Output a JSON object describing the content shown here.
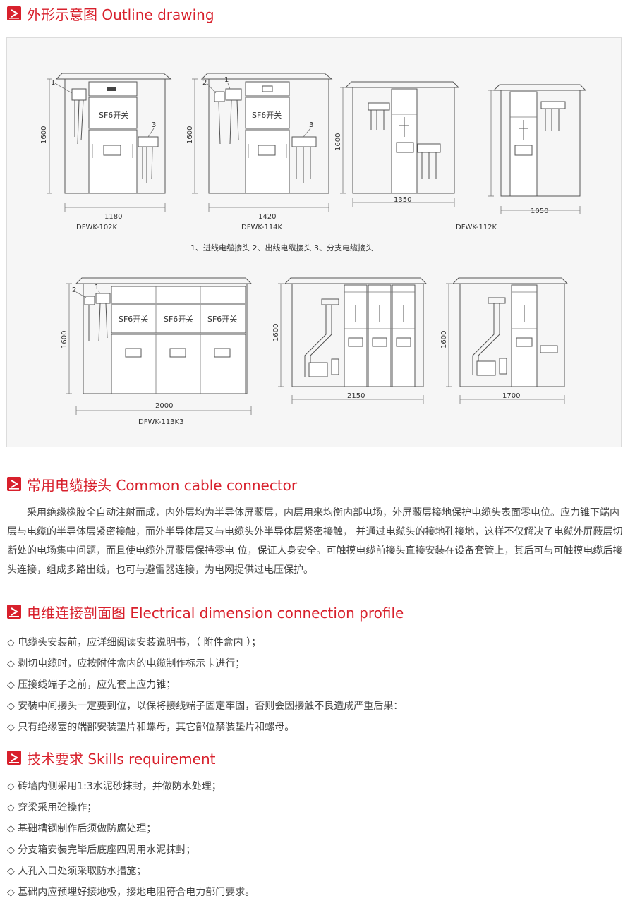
{
  "sections": {
    "outline": {
      "title": "外形示意图 Outline drawing"
    },
    "connector": {
      "title": "常用电缆接头 Common cable connector",
      "paragraph": "采用绝缘橡胶全自动注射而成，内外层均为半导体屏蔽层，内层用来均衡内部电场，外屏蔽层接地保护电缆头表面零电位。应力锥下端内层与电缆的半导体层紧密接触，而外半导体层又与电缆头外半导体层紧密接触， 并通过电缆头的接地孔接地，这样不仅解决了电缆外屏蔽层切断处的电场集中问题，而且使电缆外屏蔽层保持零电 位，保证人身安全。可触摸电缆前接头直接安装在设备套管上，其后可与可触摸电缆后接头连接，组成多路出线，也可与避雷器连接，为电网提供过电压保护。"
    },
    "profile": {
      "title": "电维连接剖面图 Electrical dimension connection profile",
      "items": [
        "◇ 电缆头安装前，应详细阅读安装说明书，（ 附件盒内 ）；",
        "◇ 剥切电缆时，应按附件盒内的电缆制作标示卡进行；",
        "◇ 压接线端子之前，应先套上应力锥；",
        "◇ 安装中间接头一定要到位，以保将接线端子固定牢固，否则会因接触不良造成严重后果：",
        "◇ 只有绝缘塞的端部安装垫片和螺母，其它部位禁装垫片和螺母。"
      ]
    },
    "skills": {
      "title": "技术要求 Skills requirement",
      "items": [
        "◇ 砖墙内侧采用1:3水泥砂抹封，并做防水处理；",
        "◇ 穿梁采用砼操作；",
        "◇ 基础槽钢制作后须做防腐处理；",
        "◇ 分支箱安装完毕后底座四周用水泥抹封；",
        "◇ 人孔入口处须采取防水措施；",
        "◇ 基础内应预埋好接地极，接地电阻符合电力部门要求。"
      ]
    }
  },
  "drawings": {
    "legend": "1、进线电缆接头 2、出线电缆接头 3、分支电缆接头",
    "switch_label": "SF6开关",
    "height_label": "1600",
    "units": [
      {
        "model": "DFWK-102K",
        "width": "1180",
        "callouts": [
          "1",
          "3"
        ]
      },
      {
        "model": "DFWK-114K",
        "width": "1420",
        "callouts": [
          "2",
          "1",
          "3"
        ]
      },
      {
        "model": "DFWK-112K",
        "width": "1350"
      },
      {
        "model": "",
        "width": "1050"
      },
      {
        "model": "DFWK-113K3",
        "width": "2000",
        "callouts": [
          "2",
          "1"
        ]
      },
      {
        "model": "",
        "width": "2150"
      },
      {
        "model": "",
        "width": "1700"
      }
    ]
  },
  "colors": {
    "accent": "#d8202c",
    "line": "#555555"
  }
}
